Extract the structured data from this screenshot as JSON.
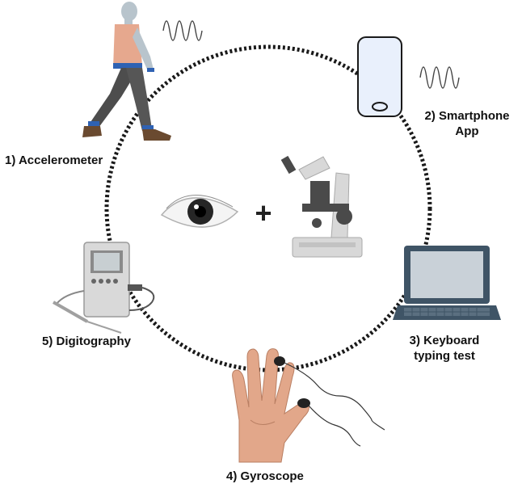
{
  "labels": {
    "accelerometer": "1) Accelerometer",
    "smartphone_line1": "2) Smartphone",
    "smartphone_line2": "App",
    "keyboard_line1": "3) Keyboard",
    "keyboard_line2": "typing  test",
    "gyroscope": "4) Gyroscope",
    "digitography": "5) Digitography",
    "plus": "+"
  },
  "colors": {
    "ring": "#1a1a1a",
    "skin": "#e2a78a",
    "phone_screen": "#e9f0fc",
    "laptop_frame": "#3f5466",
    "laptop_screen": "#c9d1d8",
    "device_body": "#d9d9d9",
    "microscope_body": "#d8d8d8",
    "microscope_dark": "#4a4a4a"
  },
  "icons": [
    "walking-person-icon",
    "signal-wave-icon",
    "smartphone-icon",
    "laptop-icon",
    "hand-sensor-icon",
    "thermometer-device-icon",
    "eye-icon",
    "microscope-icon"
  ]
}
